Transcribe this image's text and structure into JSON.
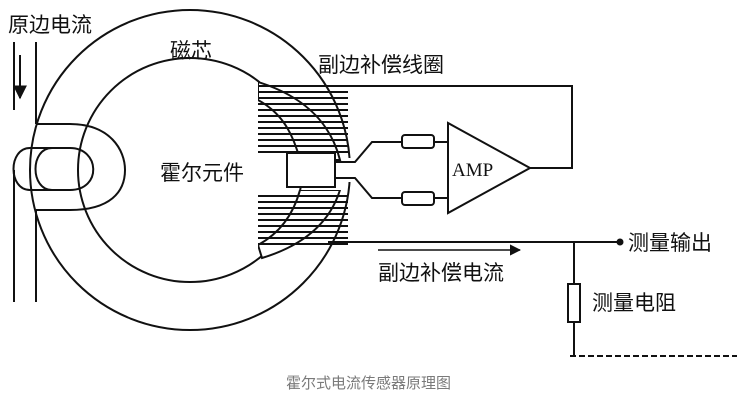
{
  "labels": {
    "primary_current": "原边电流",
    "core": "磁芯",
    "secondary_coil": "副边补偿线圈",
    "hall_element": "霍尔元件",
    "amplifier": "AMP",
    "measure_output": "测量输出",
    "secondary_current": "副边补偿电流",
    "measure_resistor": "测量电阻"
  },
  "caption": "霍尔式电流传感器原理图",
  "colors": {
    "line": "#111111",
    "background": "#ffffff",
    "caption": "#7a7a7a"
  }
}
